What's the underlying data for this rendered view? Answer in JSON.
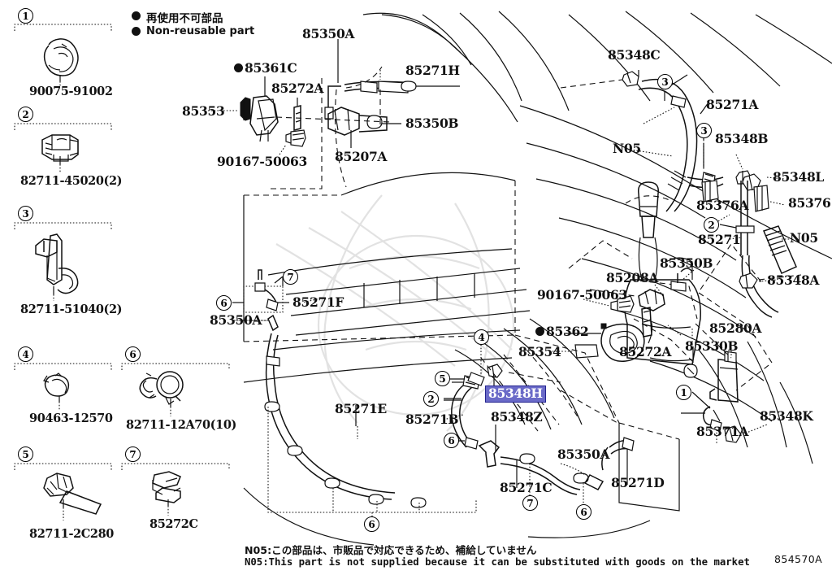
{
  "diagram": {
    "reference_code": "854570A",
    "legend": {
      "jp": "再使用不可部品",
      "en": "Non-reusable part"
    },
    "footnotes": [
      "N05:この部品は、市販品で対応できるため、補給していません",
      "N05:This part is not supplied because it can be substituted with goods on the market"
    ]
  },
  "sidebar": {
    "boxes": [
      {
        "index": "1",
        "part_number": "90075-91002"
      },
      {
        "index": "2",
        "part_number": "82711-45020(2)"
      },
      {
        "index": "3",
        "part_number": "82711-51040(2)"
      },
      {
        "index": "4",
        "part_number": "90463-12570"
      },
      {
        "index": "6",
        "part_number": "82711-12A70(10)"
      },
      {
        "index": "5",
        "part_number": "82711-2C280"
      },
      {
        "index": "7",
        "part_number": "85272C"
      }
    ]
  },
  "main": {
    "highlighted_part": "85348H",
    "callouts": [
      {
        "id": "c-85350a-top",
        "text": "85350A"
      },
      {
        "id": "c-85271h",
        "text": "85271H"
      },
      {
        "id": "c-85361c",
        "text": "85361C",
        "non_reusable": true
      },
      {
        "id": "c-85272a-top",
        "text": "85272A"
      },
      {
        "id": "c-85353",
        "text": "85353"
      },
      {
        "id": "c-85350b-top",
        "text": "85350B"
      },
      {
        "id": "c-90167-top",
        "text": "90167-50063"
      },
      {
        "id": "c-85207a",
        "text": "85207A"
      },
      {
        "id": "c-85348c",
        "text": "85348C"
      },
      {
        "id": "c-85271a",
        "text": "85271A"
      },
      {
        "id": "c-n05-left",
        "text": "N05"
      },
      {
        "id": "c-85348b",
        "text": "85348B"
      },
      {
        "id": "c-85348l",
        "text": "85348L"
      },
      {
        "id": "c-85376",
        "text": "85376"
      },
      {
        "id": "c-85376a",
        "text": "85376A"
      },
      {
        "id": "c-85271",
        "text": "85271"
      },
      {
        "id": "c-n05-right",
        "text": "N05"
      },
      {
        "id": "c-85348a",
        "text": "85348A"
      },
      {
        "id": "c-85350b-mid",
        "text": "85350B"
      },
      {
        "id": "c-85208a",
        "text": "85208A"
      },
      {
        "id": "c-90167-mid",
        "text": "90167-50063"
      },
      {
        "id": "c-85362",
        "text": "85362",
        "non_reusable": true
      },
      {
        "id": "c-85354",
        "text": "85354"
      },
      {
        "id": "c-85272a-mid",
        "text": "85272A"
      },
      {
        "id": "c-85330b",
        "text": "85330B"
      },
      {
        "id": "c-85280a",
        "text": "85280A"
      },
      {
        "id": "c-85371a",
        "text": "85371A"
      },
      {
        "id": "c-85348k",
        "text": "85348K"
      },
      {
        "id": "c-85271f",
        "text": "85271F"
      },
      {
        "id": "c-85350a-left",
        "text": "85350A"
      },
      {
        "id": "c-85271e",
        "text": "85271E"
      },
      {
        "id": "c-85271b",
        "text": "85271B"
      },
      {
        "id": "c-85348z",
        "text": "85348Z"
      },
      {
        "id": "c-85271c",
        "text": "85271C"
      },
      {
        "id": "c-85350a-low",
        "text": "85350A"
      },
      {
        "id": "c-85271d",
        "text": "85271D"
      }
    ],
    "index_markers": [
      {
        "id": "m-3-top",
        "value": "3"
      },
      {
        "id": "m-3-mid",
        "value": "3"
      },
      {
        "id": "m-2-right",
        "value": "2"
      },
      {
        "id": "m-1-right",
        "value": "1"
      },
      {
        "id": "m-6-left",
        "value": "6"
      },
      {
        "id": "m-7-left",
        "value": "7"
      },
      {
        "id": "m-4-ctr",
        "value": "4"
      },
      {
        "id": "m-5-ctr",
        "value": "5"
      },
      {
        "id": "m-2-ctr",
        "value": "2"
      },
      {
        "id": "m-6-ctr",
        "value": "6"
      },
      {
        "id": "m-6-bot",
        "value": "6"
      },
      {
        "id": "m-7-bot",
        "value": "7"
      },
      {
        "id": "m-6-bot2",
        "value": "6"
      }
    ]
  }
}
